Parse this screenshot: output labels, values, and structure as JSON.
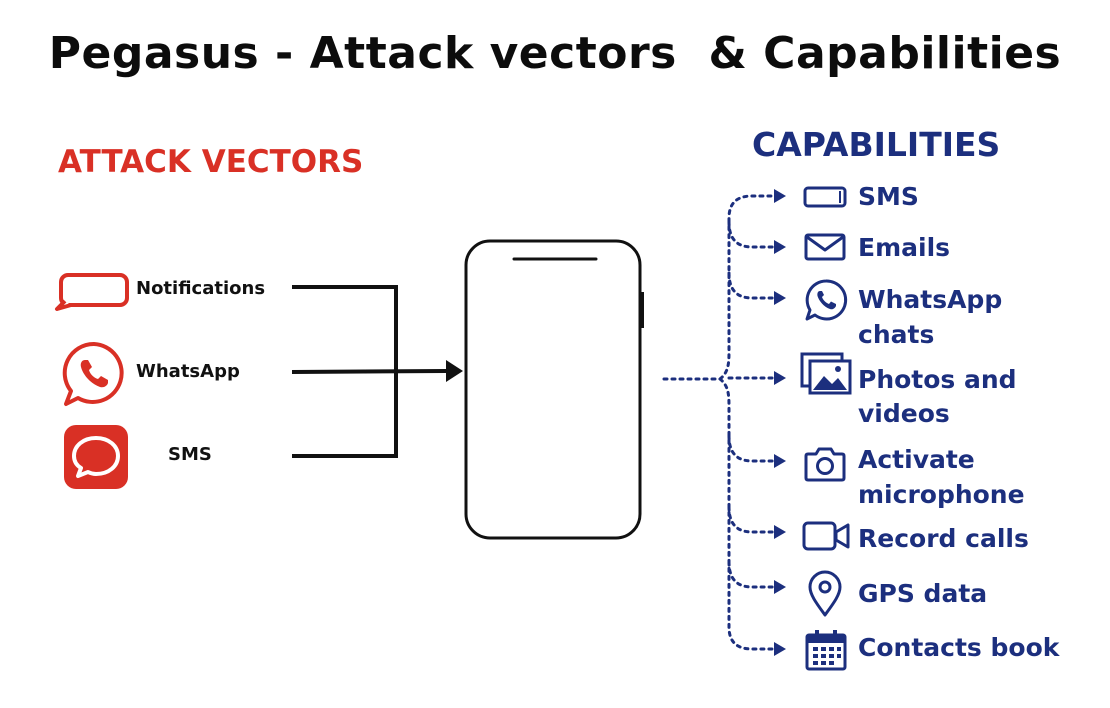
{
  "title": "Pegasus - Attack vectors  & Capabilities",
  "attack_vectors": {
    "heading": "ATTACK VECTORS",
    "items": [
      {
        "label": "Notifications",
        "icon": "notification-icon"
      },
      {
        "label": "WhatsApp",
        "icon": "whatsapp-icon"
      },
      {
        "label": "SMS",
        "icon": "sms-icon"
      }
    ]
  },
  "capabilities": {
    "heading": "CAPABILITIES",
    "items": [
      {
        "line1": "SMS",
        "line2": "",
        "icon": "sms-icon"
      },
      {
        "line1": "Emails",
        "line2": "",
        "icon": "email-icon"
      },
      {
        "line1": "WhatsApp",
        "line2": "chats",
        "icon": "whatsapp-icon"
      },
      {
        "line1": "Photos and",
        "line2": "videos",
        "icon": "photos-icon"
      },
      {
        "line1": "Activate",
        "line2": "microphone",
        "icon": "camera-icon"
      },
      {
        "line1": "Record calls",
        "line2": "",
        "icon": "video-camera-icon"
      },
      {
        "line1": "GPS data",
        "line2": "",
        "icon": "location-pin-icon"
      },
      {
        "line1": "Contacts book",
        "line2": "",
        "icon": "calendar-icon"
      }
    ]
  },
  "colors": {
    "attack_red": "#d93025",
    "capability_navy": "#1c2f7e",
    "connector_black": "#111111"
  }
}
